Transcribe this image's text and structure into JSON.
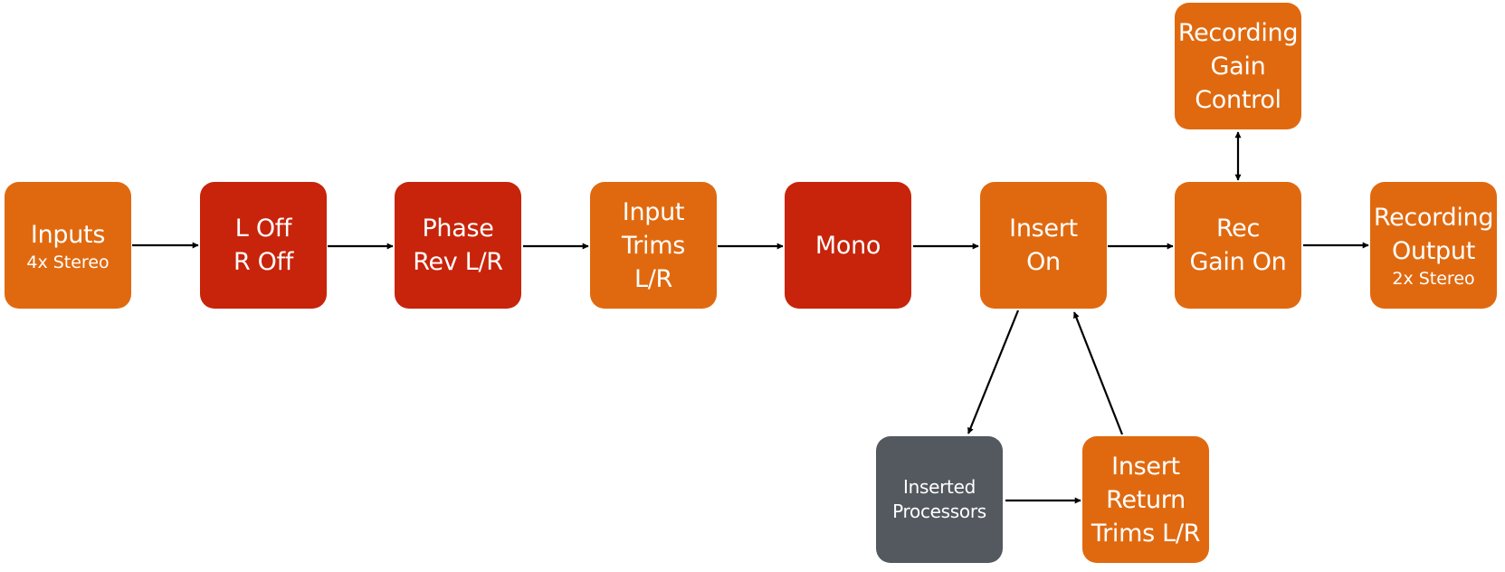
{
  "colors": {
    "orange": "#E0690F",
    "red": "#C7240B",
    "gray": "#545960",
    "arrow": "#000000"
  },
  "nodes": [
    {
      "id": "inputs",
      "title": "Inputs",
      "subtitle": "4x Stereo",
      "color": "orange"
    },
    {
      "id": "lr-off",
      "title": "L Off\nR Off",
      "subtitle": "",
      "color": "red"
    },
    {
      "id": "phase-rev",
      "title": "Phase\nRev L/R",
      "subtitle": "",
      "color": "red"
    },
    {
      "id": "input-trims",
      "title": "Input\nTrims\nL/R",
      "subtitle": "",
      "color": "orange"
    },
    {
      "id": "mono",
      "title": "Mono",
      "subtitle": "",
      "color": "red"
    },
    {
      "id": "insert-on",
      "title": "Insert\nOn",
      "subtitle": "",
      "color": "orange"
    },
    {
      "id": "rec-gain-on",
      "title": "Rec\nGain On",
      "subtitle": "",
      "color": "orange"
    },
    {
      "id": "recording-output",
      "title": "Recording\nOutput",
      "subtitle": "2x Stereo",
      "color": "orange"
    },
    {
      "id": "recording-gain-control",
      "title": "Recording\nGain\nControl",
      "subtitle": "",
      "color": "orange"
    },
    {
      "id": "inserted-processors",
      "title": "Inserted\nProcessors",
      "subtitle": "",
      "color": "gray"
    },
    {
      "id": "insert-return-trims",
      "title": "Insert\nReturn\nTrims L/R",
      "subtitle": "",
      "color": "orange"
    }
  ],
  "edges": [
    {
      "from": "inputs",
      "to": "lr-off",
      "direction": "forward"
    },
    {
      "from": "lr-off",
      "to": "phase-rev",
      "direction": "forward"
    },
    {
      "from": "phase-rev",
      "to": "input-trims",
      "direction": "forward"
    },
    {
      "from": "input-trims",
      "to": "mono",
      "direction": "forward"
    },
    {
      "from": "mono",
      "to": "insert-on",
      "direction": "forward"
    },
    {
      "from": "insert-on",
      "to": "rec-gain-on",
      "direction": "forward"
    },
    {
      "from": "rec-gain-on",
      "to": "recording-output",
      "direction": "forward"
    },
    {
      "from": "rec-gain-on",
      "to": "recording-gain-control",
      "direction": "both"
    },
    {
      "from": "insert-on",
      "to": "inserted-processors",
      "direction": "forward"
    },
    {
      "from": "inserted-processors",
      "to": "insert-return-trims",
      "direction": "forward"
    },
    {
      "from": "insert-return-trims",
      "to": "insert-on",
      "direction": "forward"
    }
  ]
}
